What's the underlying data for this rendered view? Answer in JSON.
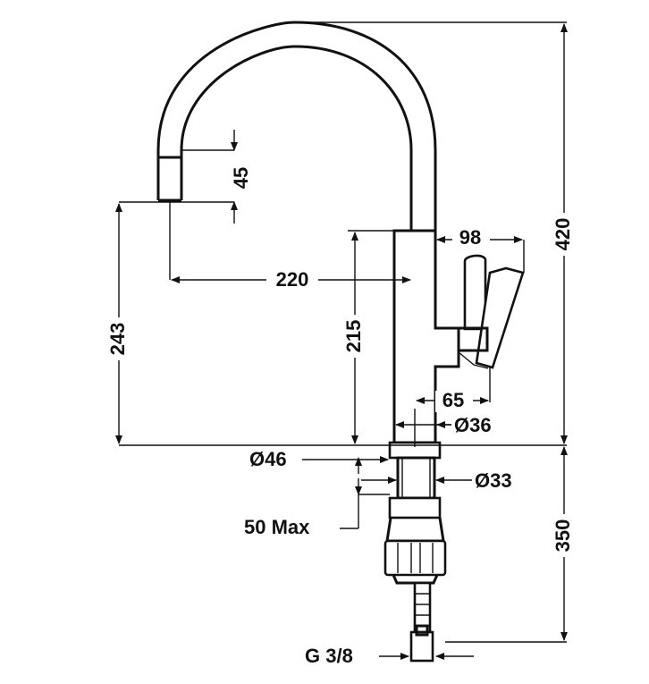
{
  "drawing": {
    "ink_color": "#111111",
    "background": "#ffffff",
    "dimensions": {
      "spout_drop": "45",
      "spout_reach": "220",
      "spout_height": "243",
      "body_height": "215",
      "total_height": "420",
      "lever_reach": "98",
      "lever_offset": "65",
      "body_diameter": "Ø36",
      "base_diameter": "Ø46",
      "hole_diameter": "Ø33",
      "max_thickness": "50 Max",
      "hose_length": "350",
      "connection": "G 3/8"
    }
  }
}
